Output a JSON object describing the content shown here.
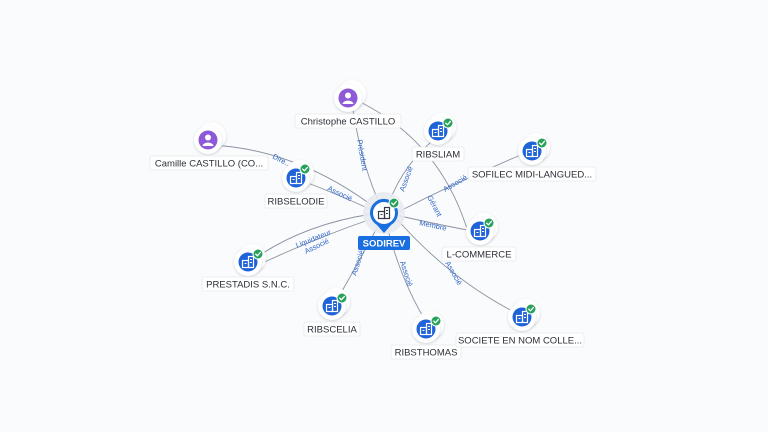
{
  "center": {
    "label": "SODIREV",
    "icon": "building-icon",
    "verified": true
  },
  "nodes": [
    {
      "id": "christophe",
      "label": "Christophe CASTILLO",
      "kind": "person",
      "icon": "person-icon",
      "verified": false
    },
    {
      "id": "camille",
      "label": "Camille CASTILLO (CO...",
      "kind": "person",
      "icon": "person-icon",
      "verified": false
    },
    {
      "id": "ribselodie",
      "label": "RIBSELODIE",
      "kind": "company",
      "icon": "building-icon",
      "verified": true
    },
    {
      "id": "ribsliam",
      "label": "RIBSLIAM",
      "kind": "company",
      "icon": "building-icon",
      "verified": true
    },
    {
      "id": "sofilec",
      "label": "SOFILEC MIDI-LANGUED...",
      "kind": "company",
      "icon": "building-icon",
      "verified": true
    },
    {
      "id": "lcommerce",
      "label": "L-COMMERCE",
      "kind": "company",
      "icon": "building-icon",
      "verified": true
    },
    {
      "id": "prestadis",
      "label": "PRESTADIS S.N.C.",
      "kind": "company",
      "icon": "building-icon",
      "verified": true
    },
    {
      "id": "ribscelia",
      "label": "RIBSCELIA",
      "kind": "company",
      "icon": "building-icon",
      "verified": true
    },
    {
      "id": "ribsthomas",
      "label": "RIBSTHOMAS",
      "kind": "company",
      "icon": "building-icon",
      "verified": true
    },
    {
      "id": "societe",
      "label": "SOCIETE EN NOM COLLE...",
      "kind": "company",
      "icon": "building-icon",
      "verified": true
    }
  ],
  "edges": [
    {
      "id": "e-christophe",
      "label": "Président"
    },
    {
      "id": "e-camille",
      "label": "Dire..."
    },
    {
      "id": "e-ribselodie",
      "label": "Associé"
    },
    {
      "id": "e-ribsliam",
      "label": "Associé"
    },
    {
      "id": "e-sofilec",
      "label": "Associé"
    },
    {
      "id": "e-christophe-lcommerce",
      "label": "Gérant"
    },
    {
      "id": "e-lcommerce",
      "label": "Membre"
    },
    {
      "id": "e-prestadis-1",
      "label": "Liquidateur"
    },
    {
      "id": "e-prestadis-2",
      "label": "Associé"
    },
    {
      "id": "e-ribscelia",
      "label": "Associé"
    },
    {
      "id": "e-ribsthomas",
      "label": "Associé"
    },
    {
      "id": "e-societe",
      "label": "Associé"
    }
  ],
  "colors": {
    "company": "#1f63d8",
    "person": "#8d59d8",
    "verified": "#26a25a",
    "edge": "#8a93a3",
    "edge_label": "#2f66c8",
    "center_badge": "#1a6fe0"
  }
}
